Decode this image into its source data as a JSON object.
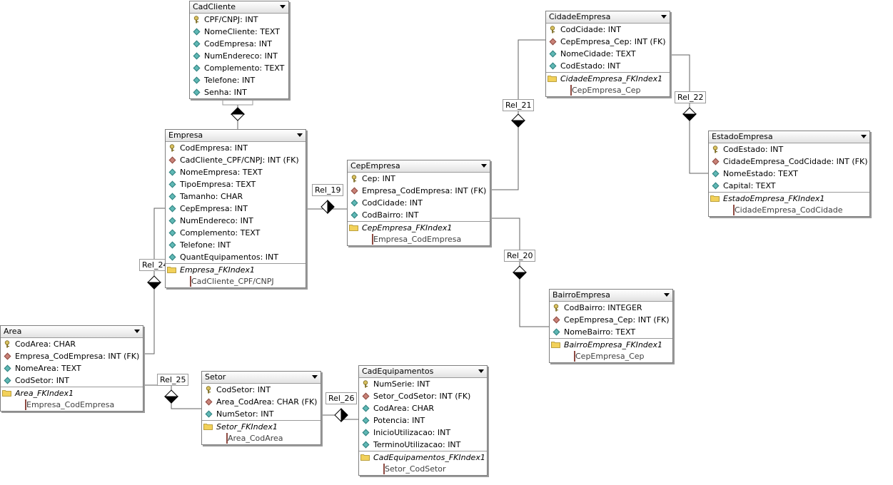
{
  "tables": {
    "cadcliente": {
      "title": "CadCliente",
      "columns": [
        {
          "icon": "primary-key-icon",
          "text": "CPF/CNPJ: INT"
        },
        {
          "icon": "attribute-icon",
          "text": "NomeCliente: TEXT"
        },
        {
          "icon": "attribute-icon",
          "text": "CodEmpresa: INT"
        },
        {
          "icon": "attribute-icon",
          "text": "NumEndereco: INT"
        },
        {
          "icon": "attribute-icon",
          "text": "Complemento: TEXT"
        },
        {
          "icon": "attribute-icon",
          "text": "Telefone: INT"
        },
        {
          "icon": "attribute-icon",
          "text": "Senha: INT"
        }
      ]
    },
    "empresa": {
      "title": "Empresa",
      "columns": [
        {
          "icon": "primary-key-icon",
          "text": "CodEmpresa: INT"
        },
        {
          "icon": "foreign-key-icon",
          "text": "CadCliente_CPF/CNPJ: INT (FK)"
        },
        {
          "icon": "attribute-icon",
          "text": "NomeEmpresa: TEXT"
        },
        {
          "icon": "attribute-icon",
          "text": "TipoEmpresa: TEXT"
        },
        {
          "icon": "attribute-icon",
          "text": "Tamanho: CHAR"
        },
        {
          "icon": "attribute-icon",
          "text": "CepEmpresa: INT"
        },
        {
          "icon": "attribute-icon",
          "text": "NumEndereco: INT"
        },
        {
          "icon": "attribute-icon",
          "text": "Complemento: TEXT"
        },
        {
          "icon": "attribute-icon",
          "text": "Telefone: INT"
        },
        {
          "icon": "attribute-icon",
          "text": "QuantEquipamentos: INT"
        }
      ],
      "index": {
        "name": "Empresa_FKIndex1",
        "column": "CadCliente_CPF/CNPJ"
      }
    },
    "cepempresa": {
      "title": "CepEmpresa",
      "columns": [
        {
          "icon": "primary-key-icon",
          "text": "Cep: INT"
        },
        {
          "icon": "foreign-key-icon",
          "text": "Empresa_CodEmpresa: INT (FK)"
        },
        {
          "icon": "attribute-icon",
          "text": "CodCidade: INT"
        },
        {
          "icon": "attribute-icon",
          "text": "CodBairro: INT"
        }
      ],
      "index": {
        "name": "CepEmpresa_FKIndex1",
        "column": "Empresa_CodEmpresa"
      }
    },
    "cidadeempresa": {
      "title": "CidadeEmpresa",
      "columns": [
        {
          "icon": "primary-key-icon",
          "text": "CodCidade: INT"
        },
        {
          "icon": "foreign-key-icon",
          "text": "CepEmpresa_Cep: INT (FK)"
        },
        {
          "icon": "attribute-icon",
          "text": "NomeCidade: TEXT"
        },
        {
          "icon": "attribute-icon",
          "text": "CodEstado: INT"
        }
      ],
      "index": {
        "name": "CidadeEmpresa_FKIndex1",
        "column": "CepEmpresa_Cep"
      }
    },
    "estadoempresa": {
      "title": "EstadoEmpresa",
      "columns": [
        {
          "icon": "primary-key-icon",
          "text": "CodEstado: INT"
        },
        {
          "icon": "foreign-key-icon",
          "text": "CidadeEmpresa_CodCidade: INT (FK)"
        },
        {
          "icon": "attribute-icon",
          "text": "NomeEstado: TEXT"
        },
        {
          "icon": "attribute-icon",
          "text": "Capital: TEXT"
        }
      ],
      "index": {
        "name": "EstadoEmpresa_FKIndex1",
        "column": "CidadeEmpresa_CodCidade"
      }
    },
    "bairroempresa": {
      "title": "BairroEmpresa",
      "columns": [
        {
          "icon": "primary-key-icon",
          "text": "CodBairro: INTEGER"
        },
        {
          "icon": "foreign-key-icon",
          "text": "CepEmpresa_Cep: INT (FK)"
        },
        {
          "icon": "attribute-icon",
          "text": "NomeBairro: TEXT"
        }
      ],
      "index": {
        "name": "BairroEmpresa_FKIndex1",
        "column": "CepEmpresa_Cep"
      }
    },
    "area": {
      "title": "Area",
      "columns": [
        {
          "icon": "primary-key-icon",
          "text": "CodArea: CHAR"
        },
        {
          "icon": "foreign-key-icon",
          "text": "Empresa_CodEmpresa: INT (FK)"
        },
        {
          "icon": "attribute-icon",
          "text": "NomeArea: TEXT"
        },
        {
          "icon": "attribute-icon",
          "text": "CodSetor: INT"
        }
      ],
      "index": {
        "name": "Area_FKIndex1",
        "column": "Empresa_CodEmpresa"
      }
    },
    "setor": {
      "title": "Setor",
      "columns": [
        {
          "icon": "primary-key-icon",
          "text": "CodSetor: INT"
        },
        {
          "icon": "foreign-key-icon",
          "text": "Area_CodArea: CHAR (FK)"
        },
        {
          "icon": "attribute-icon",
          "text": "NumSetor: INT"
        }
      ],
      "index": {
        "name": "Setor_FKIndex1",
        "column": "Area_CodArea"
      }
    },
    "cadequipamentos": {
      "title": "CadEquipamentos",
      "columns": [
        {
          "icon": "primary-key-icon",
          "text": "NumSerie: INT"
        },
        {
          "icon": "foreign-key-icon",
          "text": "Setor_CodSetor: INT (FK)"
        },
        {
          "icon": "attribute-icon",
          "text": "CodArea: CHAR"
        },
        {
          "icon": "attribute-icon",
          "text": "Potencia: INT"
        },
        {
          "icon": "attribute-icon",
          "text": "InicioUtilizacao: INT"
        },
        {
          "icon": "attribute-icon",
          "text": "TerminoUtilizacao: INT"
        }
      ],
      "index": {
        "name": "CadEquipamentos_FKIndex1",
        "column": "Setor_CodSetor"
      }
    }
  },
  "relations": {
    "rel_19": "Rel_19",
    "rel_20": "Rel_20",
    "rel_21": "Rel_21",
    "rel_22": "Rel_22",
    "rel_24": "Rel_24",
    "rel_25": "Rel_25",
    "rel_26": "Rel_26"
  },
  "colors": {
    "attribute": "#5fb8b5",
    "foreign_key": "#c98278",
    "primary_key": "#d8c060",
    "line": "#606060"
  }
}
